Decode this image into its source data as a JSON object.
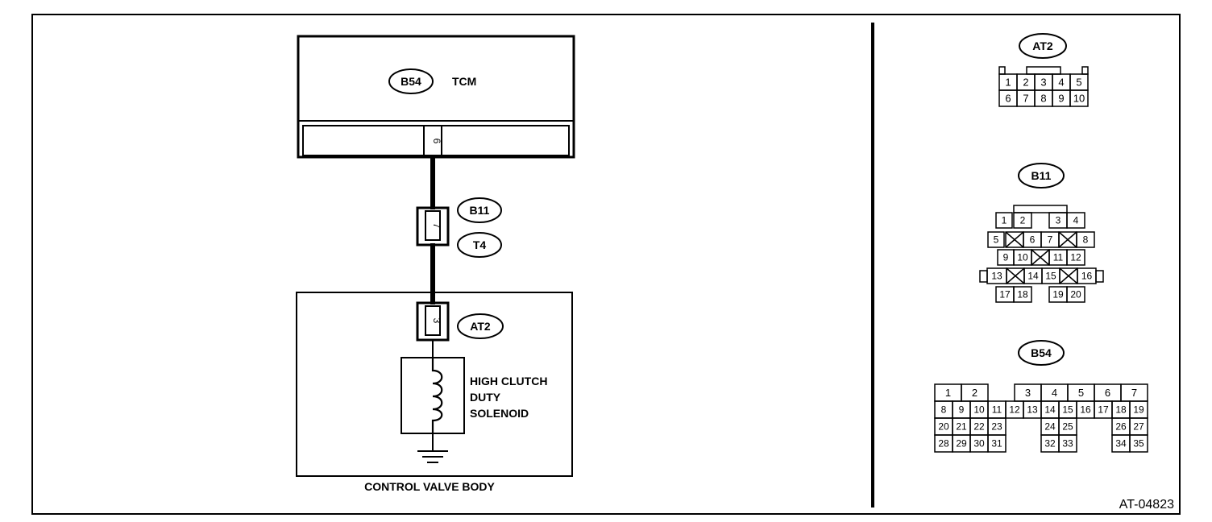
{
  "diagram_id": "AT-04823",
  "tcm": {
    "connector": "B54",
    "name": "TCM",
    "pin": "6"
  },
  "harness": {
    "connector_top": "B11",
    "connector_bottom": "T4",
    "pin": "7"
  },
  "control_valve": {
    "connector": "AT2",
    "pin": "3",
    "solenoid_lines": [
      "HIGH CLUTCH",
      "DUTY",
      "SOLENOID"
    ],
    "body_label": "CONTROL VALVE BODY"
  },
  "connectors": {
    "at2": {
      "title": "AT2",
      "row1": [
        "1",
        "2",
        "3",
        "4",
        "5"
      ],
      "row2": [
        "6",
        "7",
        "8",
        "9",
        "10"
      ]
    },
    "b11": {
      "title": "B11",
      "pins": [
        "1",
        "2",
        "3",
        "4",
        "5",
        "6",
        "7",
        "8",
        "9",
        "10",
        "11",
        "12",
        "13",
        "14",
        "15",
        "16",
        "17",
        "18",
        "19",
        "20"
      ]
    },
    "b54": {
      "title": "B54",
      "pins": [
        "1",
        "2",
        "3",
        "4",
        "5",
        "6",
        "7",
        "8",
        "9",
        "10",
        "11",
        "12",
        "13",
        "14",
        "15",
        "16",
        "17",
        "18",
        "19",
        "20",
        "21",
        "22",
        "23",
        "24",
        "25",
        "26",
        "27",
        "28",
        "29",
        "30",
        "31",
        "32",
        "33",
        "34",
        "35"
      ]
    }
  }
}
